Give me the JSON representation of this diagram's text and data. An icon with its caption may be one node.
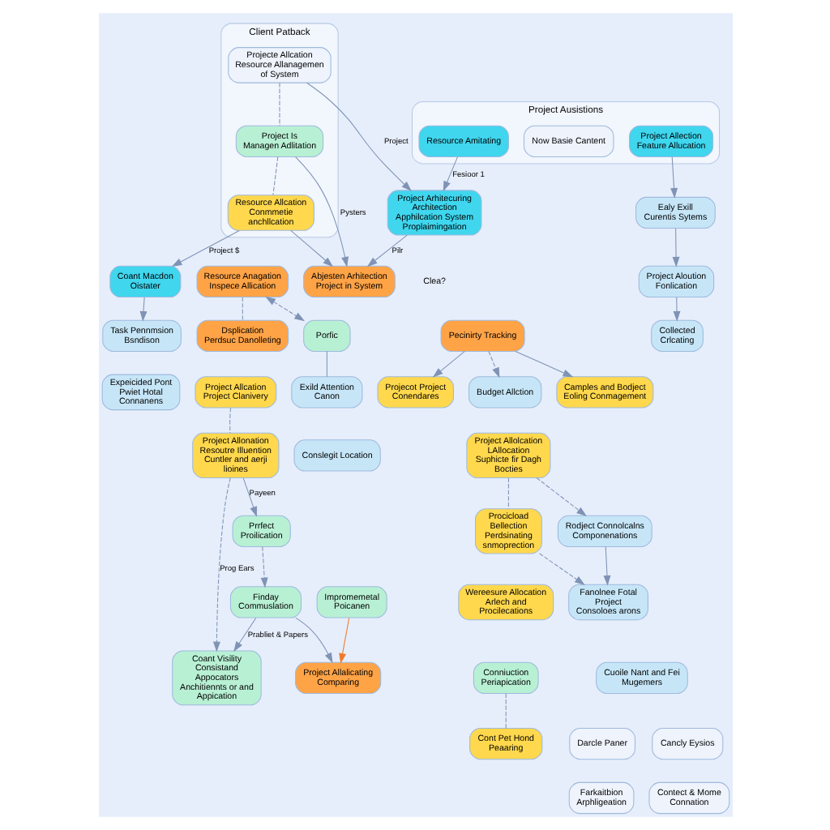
{
  "diagram": {
    "nodes": [
      {
        "text": [
          "Client Patback"
        ]
      },
      {
        "text": [
          "Project Arhitecuring Architection",
          "Apphilcation System Proplaimingation"
        ]
      },
      {
        "text": [
          "Projecte Allcation",
          "Resource Allanagemen of System"
        ],
        "in": 0
      },
      {
        "text": [
          "Project Is",
          "Managen Adlitation"
        ],
        "in": 0
      },
      {
        "text": [
          "Resource Allcation",
          "Conmmetie anchllcation"
        ],
        "in": 0
      },
      {
        "text": [
          "Abjesten Arhitection",
          "Project in System"
        ]
      },
      {
        "text": [
          "Project Ausistions"
        ]
      },
      {
        "text": [
          "Resource Amitating"
        ],
        "in": 6
      },
      {
        "text": [
          "Now Basie Cantent"
        ],
        "in": 6
      },
      {
        "text": [
          "Project Allection",
          "Feature Allucation"
        ],
        "in": 6
      },
      {
        "text": [
          "Ealy Exill",
          "Curentis Sytems"
        ]
      },
      {
        "text": [
          "Resource Anagation",
          "Inspece Allication"
        ]
      },
      {
        "text": [
          "Dsplication",
          "Perdsuc Danolleting"
        ]
      },
      {
        "text": [
          "Porfic"
        ]
      },
      {
        "text": [
          "Coant Macdon",
          "Oistater"
        ]
      },
      {
        "text": [
          "Pecinirty Tracking"
        ]
      },
      {
        "text": [
          "Budget Allction"
        ]
      },
      {
        "text": [
          "Exild Attention Canon"
        ]
      },
      {
        "text": [
          "Task Pennmsion Bsndison"
        ]
      },
      {
        "text": [
          "Projecot Project Conendares"
        ]
      },
      {
        "text": [
          "Camples and Bodject Eoling Conmagement"
        ]
      },
      {
        "text": [
          "Project Aloution",
          "Fonlication"
        ]
      },
      {
        "text": [
          "Collected",
          "Crlcating"
        ]
      },
      {
        "text": [
          "Project Allcation",
          "Project Clanivery"
        ]
      },
      {
        "text": [
          "Conslegit Location"
        ]
      },
      {
        "text": [
          "Expeicided Pont Pwiet Hotal Connanens"
        ]
      },
      {
        "text": [
          "Project Allonation",
          "Resoutre Illuention Cuntler and aerji lioines"
        ]
      },
      {
        "text": [
          "Coant Visility",
          "Consistand Appocators Anchitiennts or and Appication"
        ]
      },
      {
        "text": [
          "Project Allolcation LAllocation",
          "Suphicte fir Dagh Bocties"
        ]
      },
      {
        "text": [
          "Procicload Bellection",
          "Perdsinating snmoprection"
        ]
      },
      {
        "text": [
          "Wereesure Allocation",
          "Arlech and Procilecations"
        ]
      },
      {
        "text": [
          "Rodject Connolcalns Componenations"
        ]
      },
      {
        "text": [
          "Fanolnee Fotal Project",
          "Consoloes arons"
        ]
      },
      {
        "text": [
          "Cuoile Nant and Fei Mugemers"
        ]
      },
      {
        "text": [
          "Prrfect",
          "Proilication"
        ]
      },
      {
        "text": [
          "Finday",
          "Commuslation"
        ]
      },
      {
        "text": [
          "Conniuction",
          "Periapication"
        ]
      },
      {
        "text": [
          "Impromemetal",
          "Poicanen"
        ]
      },
      {
        "text": [
          "Project Allalicating",
          "Comparing"
        ]
      },
      {
        "text": [
          "Cont Pet Hond",
          "Peaaring"
        ]
      },
      {
        "text": [
          "Cancly Eysios"
        ]
      },
      {
        "text": [
          "Darcle Paner"
        ]
      },
      {
        "text": [
          "Contect & Mome Connation"
        ]
      },
      {
        "text": [
          "Farkaitbion Arphligeation"
        ]
      }
    ],
    "edges": [
      {
        "from": 2,
        "to": 1,
        "arrow": "to",
        "label": "Project"
      },
      {
        "from": 2,
        "to": 3,
        "arrow": "none",
        "style": "dashed"
      },
      {
        "from": 3,
        "to": 4,
        "arrow": "none",
        "style": "dashed"
      },
      {
        "from": 3,
        "to": 5,
        "arrow": "to",
        "label": "Pysters"
      },
      {
        "from": 4,
        "to": 5,
        "arrow": "to"
      },
      {
        "from": 1,
        "to": 5,
        "arrow": "to",
        "label": "Pilr"
      },
      {
        "from": 7,
        "to": 1,
        "arrow": "to",
        "label": "Fesioor 1"
      },
      {
        "from": 9,
        "to": 10,
        "arrow": "to"
      },
      {
        "from": 4,
        "to": 14,
        "arrow": "to",
        "label": "Project $"
      },
      {
        "from": 11,
        "to": 12,
        "arrow": "none",
        "style": "dashed"
      },
      {
        "from": 11,
        "to": 13,
        "arrow": "both",
        "style": "dashed"
      },
      {
        "from": 13,
        "to": 17,
        "arrow": "none"
      },
      {
        "from": 14,
        "to": 18,
        "arrow": "to"
      },
      {
        "from": 15,
        "to": 16,
        "arrow": "to",
        "style": "dashed"
      },
      {
        "from": 15,
        "to": 19,
        "arrow": "to"
      },
      {
        "from": 15,
        "to": 20,
        "arrow": "to"
      },
      {
        "from": 10,
        "to": 21,
        "arrow": "to"
      },
      {
        "from": 21,
        "to": 22,
        "arrow": "to"
      },
      {
        "from": 23,
        "to": 26,
        "arrow": "none",
        "style": "dashed"
      },
      {
        "from": 26,
        "to": 27,
        "arrow": "to",
        "style": "dashed",
        "label": "Prog Ears"
      },
      {
        "from": 26,
        "to": 34,
        "arrow": "to",
        "label": "Payeen"
      },
      {
        "from": 34,
        "to": 35,
        "arrow": "to",
        "style": "dashed"
      },
      {
        "from": 35,
        "to": 27,
        "arrow": "to",
        "label": "Prabliet & Papers"
      },
      {
        "from": 35,
        "to": 38,
        "arrow": "to"
      },
      {
        "from": 37,
        "to": 38,
        "arrow": "to",
        "color": "#f07a2a"
      },
      {
        "from": 28,
        "to": 29,
        "arrow": "none",
        "style": "dashed"
      },
      {
        "from": 28,
        "to": 31,
        "arrow": "to",
        "style": "dashed"
      },
      {
        "from": 29,
        "to": 32,
        "arrow": "to",
        "style": "dashed"
      },
      {
        "from": 31,
        "to": 32,
        "arrow": "to"
      },
      {
        "from": 36,
        "to": 39,
        "arrow": "none",
        "style": "dashed"
      }
    ],
    "labels": [
      "Clea?"
    ]
  }
}
